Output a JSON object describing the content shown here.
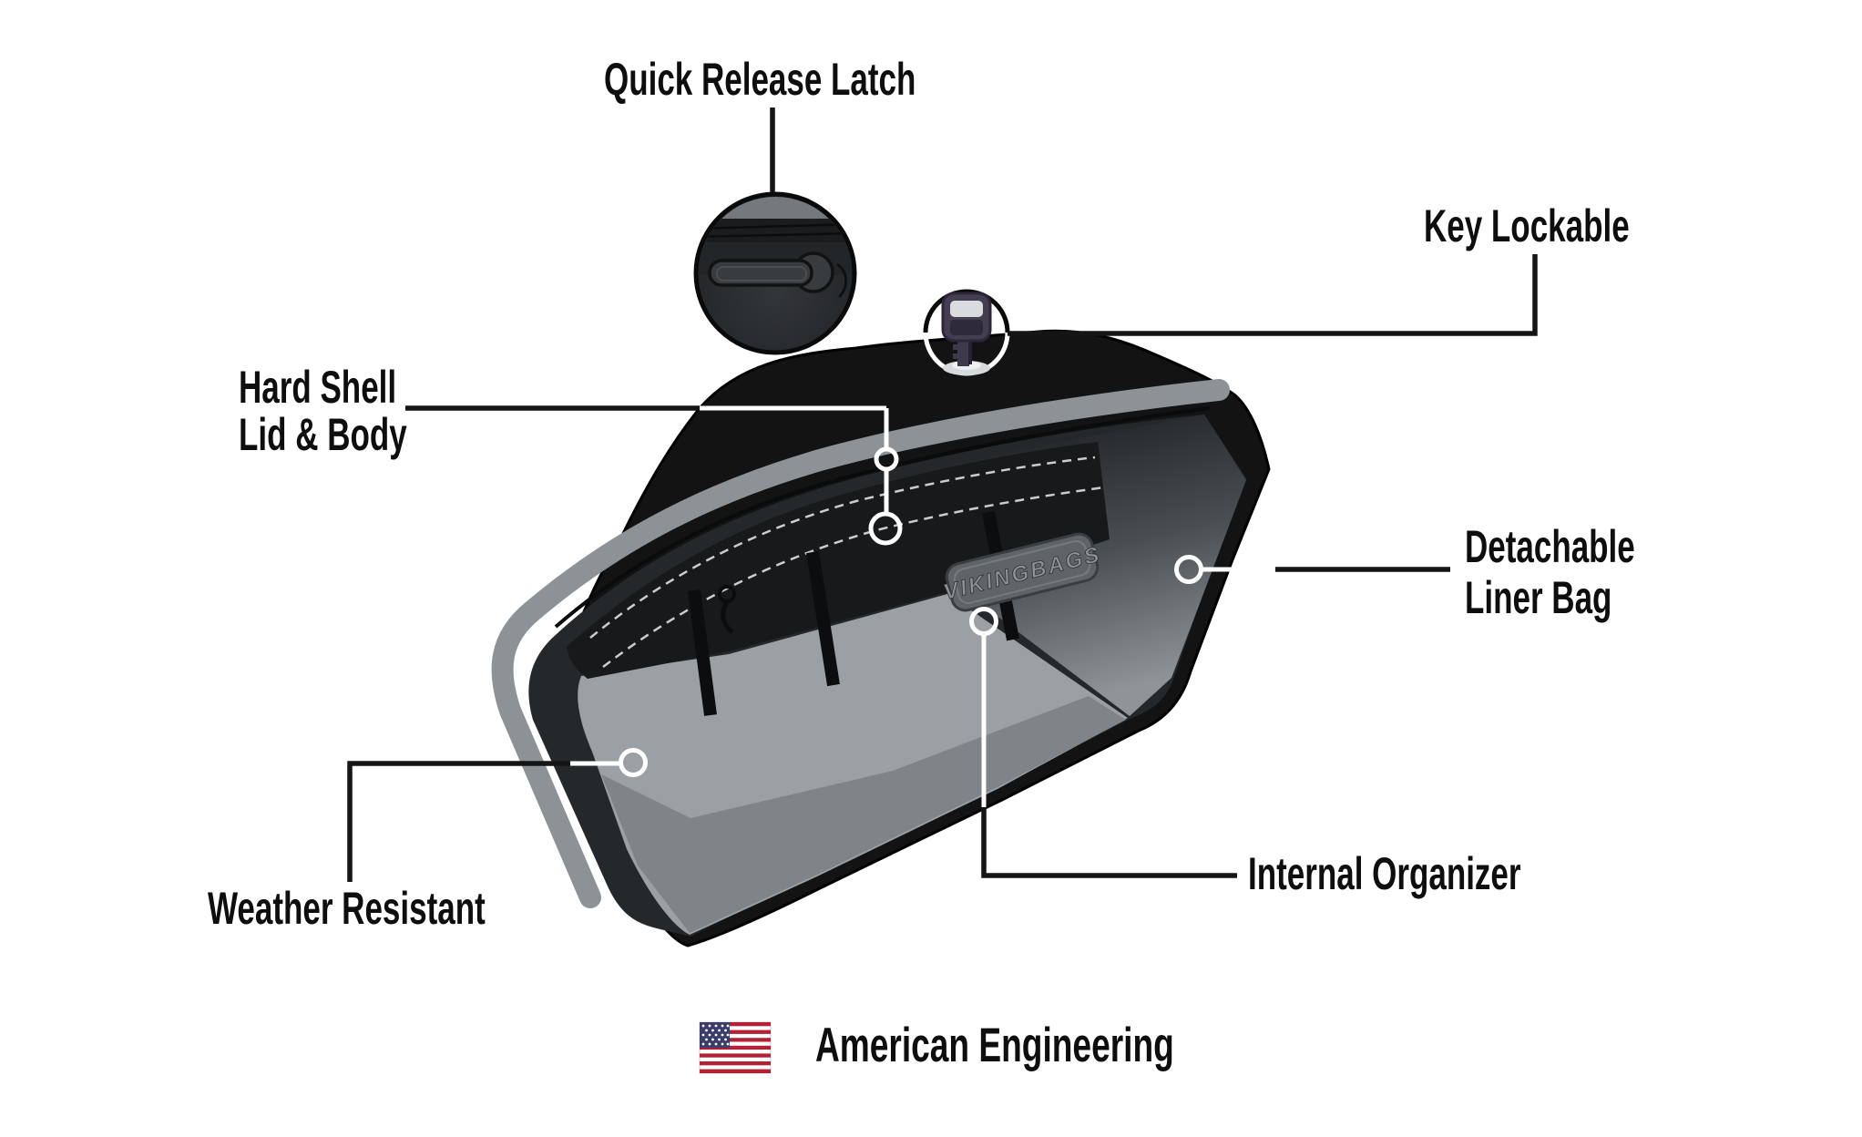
{
  "callouts": {
    "quick_release_latch": {
      "label": "Quick Release Latch"
    },
    "key_lockable": {
      "label": "Key Lockable"
    },
    "hard_shell": {
      "line1": "Hard Shell",
      "line2": "Lid & Body"
    },
    "detachable_liner": {
      "line1": "Detachable",
      "line2": "Liner Bag"
    },
    "weather_resistant": {
      "label": "Weather Resistant"
    },
    "internal_organizer": {
      "label": "Internal Organizer"
    }
  },
  "product": {
    "badge_text": "VIKINGBAGS"
  },
  "footer": {
    "text": "American Engineering",
    "flag_icon": "us-flag"
  },
  "colors": {
    "bag_black": "#131313",
    "accent_gray": "#8d9296",
    "interior_floor": "#9aa0a4",
    "leader_black": "#151515",
    "leader_white": "#ffffff",
    "flag_red": "#B22234",
    "flag_blue": "#3C3B6E"
  }
}
